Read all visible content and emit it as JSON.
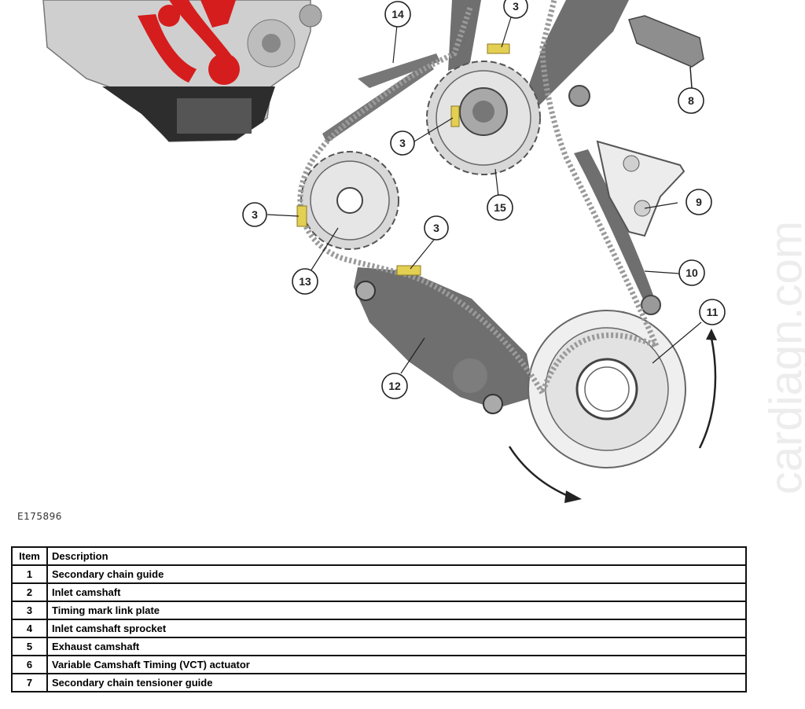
{
  "figure_id": "E175896",
  "watermark": "cardiagn.com",
  "callouts": [
    "3",
    "3",
    "3",
    "3",
    "3",
    "8",
    "9",
    "10",
    "11",
    "12",
    "13",
    "14",
    "15"
  ],
  "table": {
    "headers": [
      "Item",
      "Description"
    ],
    "rows": [
      [
        "1",
        "Secondary chain guide"
      ],
      [
        "2",
        "Inlet camshaft"
      ],
      [
        "3",
        "Timing mark link plate"
      ],
      [
        "4",
        "Inlet camshaft sprocket"
      ],
      [
        "5",
        "Exhaust camshaft"
      ],
      [
        "6",
        "Variable Camshaft Timing (VCT) actuator"
      ],
      [
        "7",
        "Secondary chain tensioner guide"
      ]
    ]
  },
  "colors": {
    "chain": "#9a9a9a",
    "guide": "#6f6f6f",
    "timing_mark": "#e3cf52",
    "engine_highlight": "#d51d1d"
  }
}
